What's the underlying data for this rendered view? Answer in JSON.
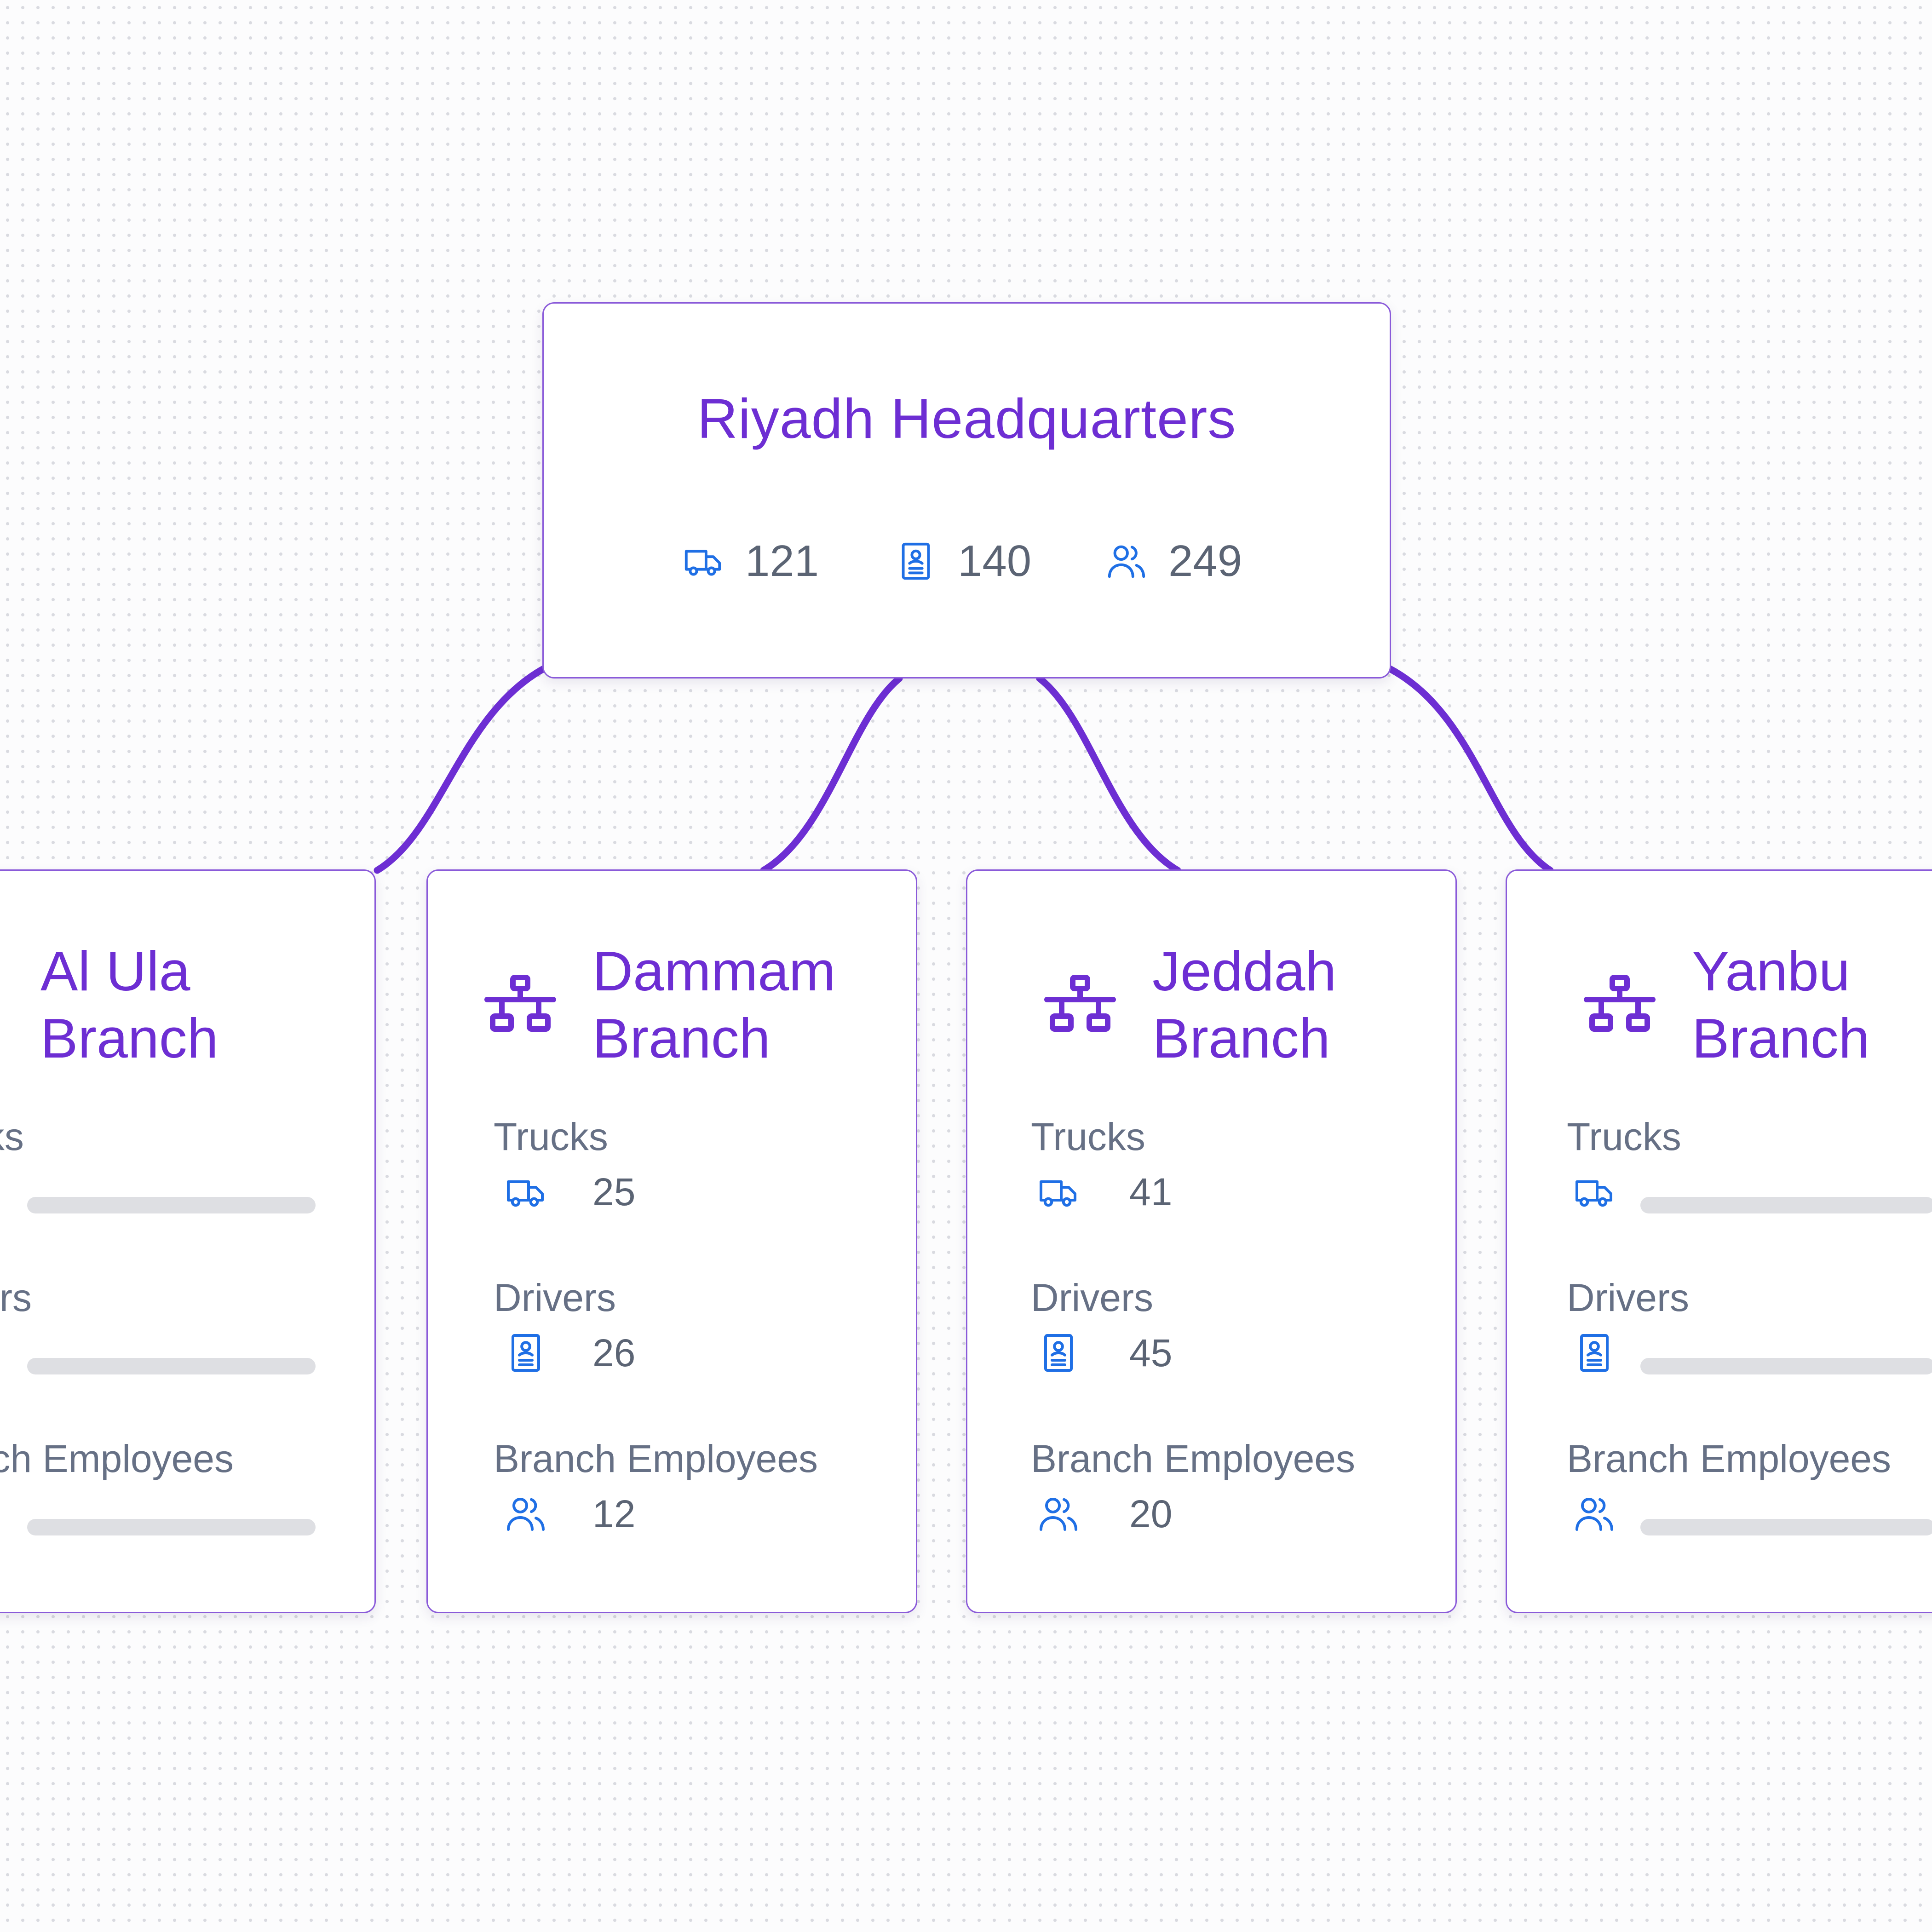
{
  "colors": {
    "accent": "#6d2ed3",
    "icon_blue": "#1f6fe5",
    "text_muted": "#667085",
    "skeleton": "#dedfe3"
  },
  "headquarters": {
    "name": "Riyadh Headquarters",
    "stats": [
      {
        "icon": "truck-icon",
        "value": "121"
      },
      {
        "icon": "driver-badge-icon",
        "value": "140"
      },
      {
        "icon": "users-icon",
        "value": "249"
      }
    ]
  },
  "branches": [
    {
      "title_line1": "Al Ula",
      "title_line2": "Branch",
      "loading": true,
      "labels": {
        "trucks": "Trucks",
        "drivers": "Drivers",
        "employees": "Branch Employees"
      },
      "values": {
        "trucks": "",
        "drivers": "",
        "employees": ""
      }
    },
    {
      "title_line1": "Dammam",
      "title_line2": "Branch",
      "loading": false,
      "labels": {
        "trucks": "Trucks",
        "drivers": "Drivers",
        "employees": "Branch Employees"
      },
      "values": {
        "trucks": "25",
        "drivers": "26",
        "employees": "12"
      }
    },
    {
      "title_line1": "Jeddah",
      "title_line2": "Branch",
      "loading": false,
      "labels": {
        "trucks": "Trucks",
        "drivers": "Drivers",
        "employees": "Branch Employees"
      },
      "values": {
        "trucks": "41",
        "drivers": "45",
        "employees": "20"
      }
    },
    {
      "title_line1": "Yanbu",
      "title_line2": "Branch",
      "loading": true,
      "labels": {
        "trucks": "Trucks",
        "drivers": "Drivers",
        "employees": "Branch Employees"
      },
      "values": {
        "trucks": "",
        "drivers": "",
        "employees": ""
      }
    }
  ]
}
